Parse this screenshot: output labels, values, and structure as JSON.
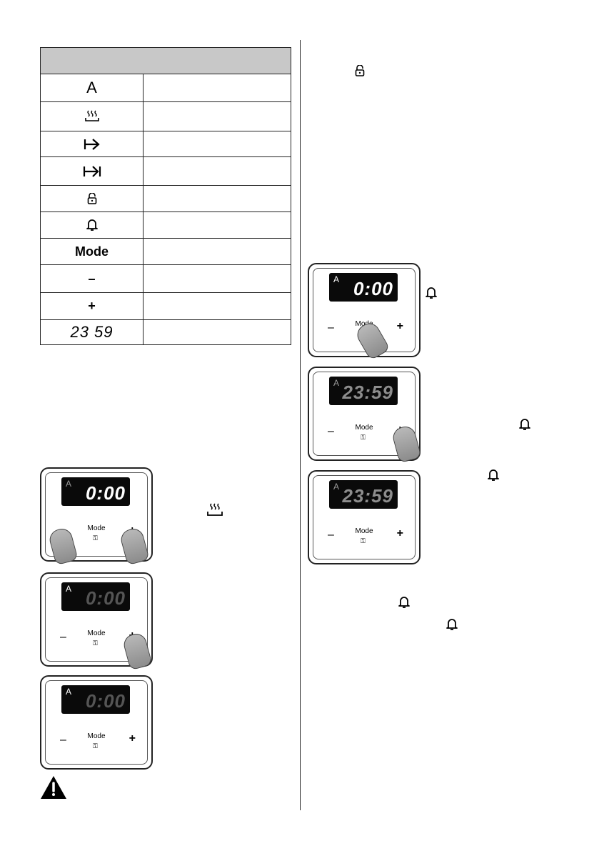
{
  "legend": {
    "header": "",
    "rows": [
      {
        "symbol": "A",
        "kind": "text",
        "description": ""
      },
      {
        "symbol": "pan-heat-icon",
        "kind": "icon",
        "description": ""
      },
      {
        "symbol": "arrow-right-icon",
        "kind": "icon",
        "description": ""
      },
      {
        "symbol": "arrow-right-bar-icon",
        "kind": "icon",
        "description": ""
      },
      {
        "symbol": "lock-icon",
        "kind": "icon",
        "description": ""
      },
      {
        "symbol": "bell-icon",
        "kind": "icon",
        "description": ""
      },
      {
        "symbol": "Mode",
        "kind": "text",
        "description": ""
      },
      {
        "symbol": "–",
        "kind": "text",
        "description": ""
      },
      {
        "symbol": "+",
        "kind": "text",
        "description": ""
      },
      {
        "symbol": "23 59",
        "kind": "segment",
        "description": ""
      }
    ]
  },
  "panels": {
    "left1": {
      "a": "A",
      "digits": "0:00",
      "minus": "–",
      "plus": "+",
      "mode": "Mode"
    },
    "left2": {
      "a": "A",
      "digits": "0:00",
      "minus": "–",
      "plus": "+",
      "mode": "Mode"
    },
    "left3": {
      "a": "A",
      "digits": "0:00",
      "minus": "–",
      "plus": "+",
      "mode": "Mode"
    },
    "right1": {
      "a": "A",
      "digits": "0:00",
      "minus": "–",
      "plus": "+",
      "mode": "Mode"
    },
    "right2": {
      "a": "A",
      "digits": "23:59",
      "minus": "–",
      "plus": "+",
      "mode": "Mode"
    },
    "right3": {
      "a": "A",
      "digits": "23:59",
      "minus": "–",
      "plus": "+",
      "mode": "Mode"
    }
  },
  "colors": {
    "border": "#222222",
    "header": "#c8c8c8",
    "lcd": "#0a0a0a"
  }
}
